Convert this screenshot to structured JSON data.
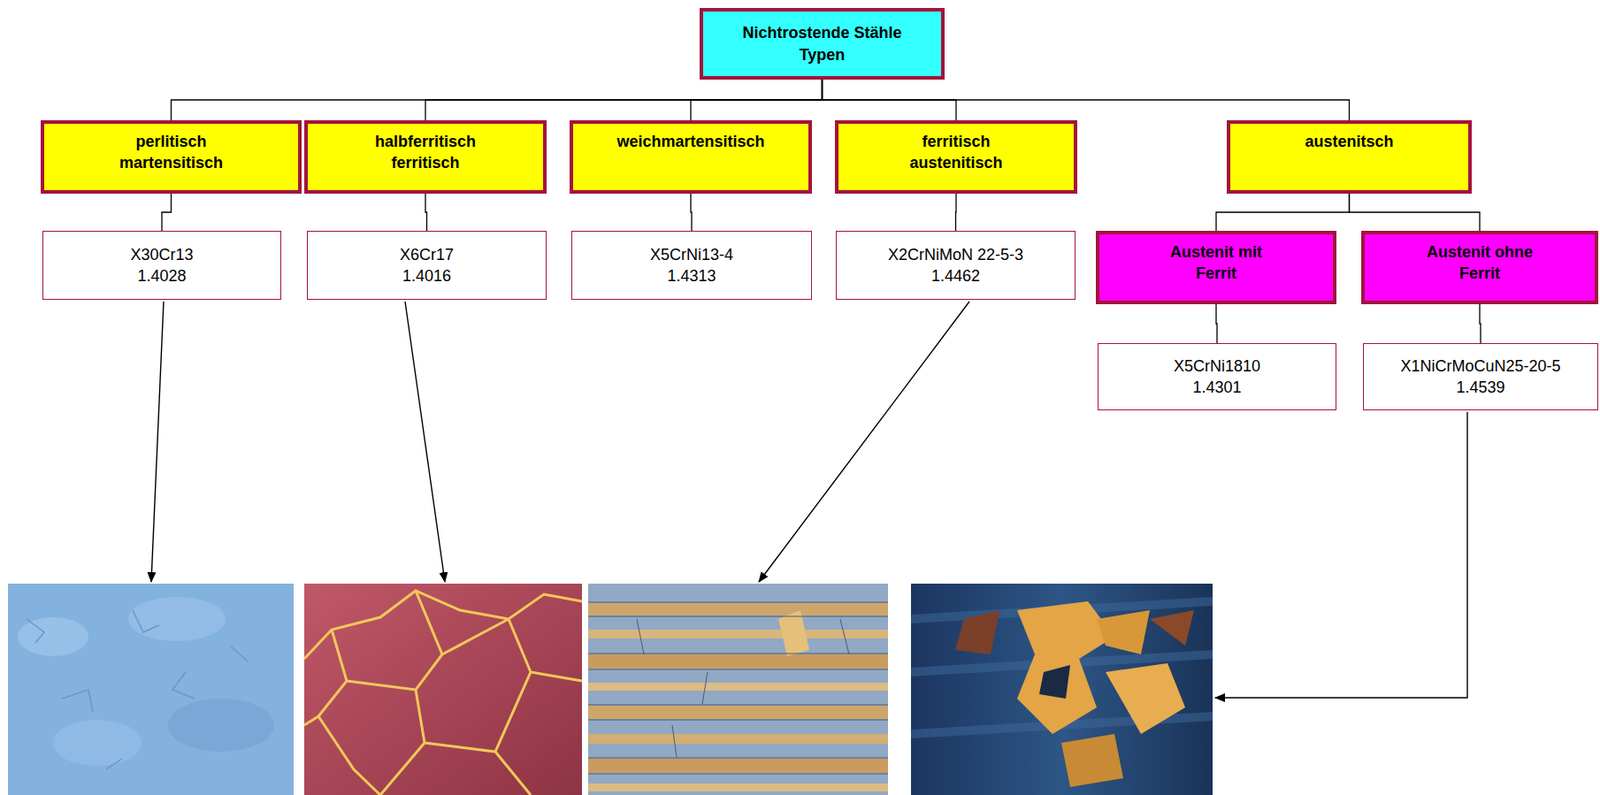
{
  "diagram": {
    "nodes": [
      {
        "text": [
          "Nichtrostende Stähle Typen"
        ]
      },
      {
        "text": [
          "perlitisch martensitisch"
        ]
      },
      {
        "text": [
          "halbferritisch ferritisch"
        ]
      },
      {
        "text": [
          "weichmartensitisch"
        ]
      },
      {
        "text": [
          "ferritisch austenitisch"
        ]
      },
      {
        "text": [
          "austenitsch"
        ]
      },
      {
        "text": [
          "X30Cr13",
          "1.4028"
        ]
      },
      {
        "text": [
          "X6Cr17",
          "1.4016"
        ]
      },
      {
        "text": [
          "X5CrNi13-4",
          "1.4313"
        ]
      },
      {
        "text": [
          "X2CrNiMoN 22-5-3",
          "1.4462"
        ]
      },
      {
        "text": [
          "Austenit mit Ferrit"
        ]
      },
      {
        "text": [
          "Austenit ohne Ferrit"
        ]
      },
      {
        "text": [
          "X5CrNi1810",
          "1.4301"
        ]
      },
      {
        "text": [
          "X1NiCrMoCuN25-20-5",
          "1.4539"
        ]
      }
    ],
    "edges": [
      {
        "from": 0,
        "to": 1,
        "arrow": "none"
      },
      {
        "from": 0,
        "to": 2,
        "arrow": "none"
      },
      {
        "from": 0,
        "to": 3,
        "arrow": "none"
      },
      {
        "from": 0,
        "to": 4,
        "arrow": "none"
      },
      {
        "from": 0,
        "to": 5,
        "arrow": "none"
      },
      {
        "from": 1,
        "to": 6,
        "arrow": "none"
      },
      {
        "from": 2,
        "to": 7,
        "arrow": "none"
      },
      {
        "from": 3,
        "to": 8,
        "arrow": "none"
      },
      {
        "from": 4,
        "to": 9,
        "arrow": "none"
      },
      {
        "from": 5,
        "to": 10,
        "arrow": "none"
      },
      {
        "from": 5,
        "to": 11,
        "arrow": "none"
      },
      {
        "from": 10,
        "to": 12,
        "arrow": "none"
      },
      {
        "from": 11,
        "to": 13,
        "arrow": "none"
      }
    ]
  }
}
